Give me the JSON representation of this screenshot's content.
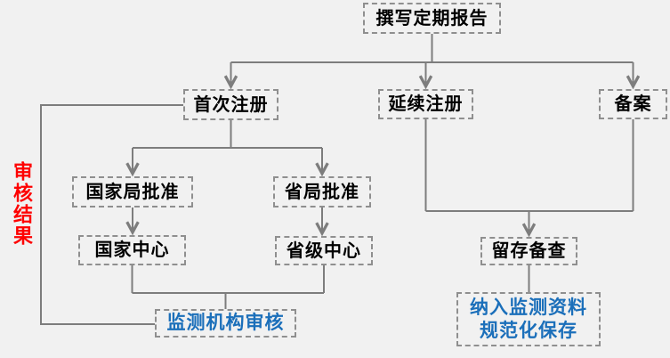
{
  "diagram": {
    "nodes": {
      "report": {
        "label": "撰写定期报告"
      },
      "first": {
        "label": "首次注册"
      },
      "renewal": {
        "label": "延续注册"
      },
      "filing": {
        "label": "备案"
      },
      "nat_bureau": {
        "label": "国家局批准"
      },
      "prov_bureau": {
        "label": "省局批准"
      },
      "nat_center": {
        "label": "国家中心"
      },
      "prov_center": {
        "label": "省级中心"
      },
      "review": {
        "label": "监测机构审核"
      },
      "retain": {
        "label": "留存备查"
      },
      "archive": {
        "line1": "纳入监测资料",
        "line2": "规范化保存"
      }
    },
    "side_label": {
      "text": "审核结果"
    },
    "edges": [
      {
        "from": "report",
        "to": "first",
        "arrow": true
      },
      {
        "from": "report",
        "to": "renewal",
        "arrow": true
      },
      {
        "from": "report",
        "to": "filing",
        "arrow": true
      },
      {
        "from": "first",
        "to": "nat_bureau",
        "arrow": true
      },
      {
        "from": "first",
        "to": "prov_bureau",
        "arrow": true
      },
      {
        "from": "nat_bureau",
        "to": "nat_center",
        "arrow": true
      },
      {
        "from": "prov_bureau",
        "to": "prov_center",
        "arrow": true
      },
      {
        "from": "nat_center",
        "to": "review",
        "arrow": false
      },
      {
        "from": "prov_center",
        "to": "review",
        "arrow": false
      },
      {
        "from": "renewal",
        "to": "retain",
        "arrow": true
      },
      {
        "from": "filing",
        "to": "retain",
        "arrow": true
      },
      {
        "from": "retain",
        "to": "archive",
        "arrow": false
      },
      {
        "from": "review",
        "to": "first",
        "arrow": false,
        "via": "side_label"
      }
    ]
  },
  "colors": {
    "bg": "#f1f1f1",
    "line": "#7d7d7d",
    "border": "#8f8f8f",
    "text": "#000000",
    "blue": "#1b6fba",
    "red": "#fe0000"
  }
}
